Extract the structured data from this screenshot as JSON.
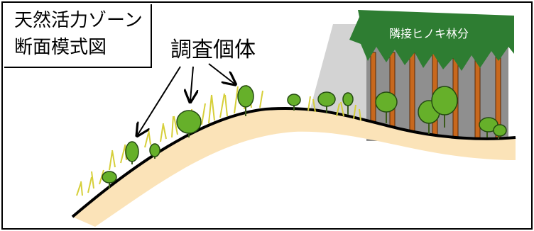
{
  "title": {
    "line1": "天然活力ゾーン",
    "line2": "断面模式図"
  },
  "labels": {
    "survey_individuals": "調査個体",
    "adjacent_forest": "隣接ヒノキ林分"
  },
  "colors": {
    "ground_fill": "#fbe3b8",
    "ground_line": "#000000",
    "grass": "#d6cf3a",
    "tree_canopy": "#66b02a",
    "tree_outline": "#244a12",
    "trunk": "#c8681d",
    "forest_canopy": "#2e7d32",
    "forest_shade": "#d3d3d3",
    "forest_bg": "#8f8f8f"
  }
}
